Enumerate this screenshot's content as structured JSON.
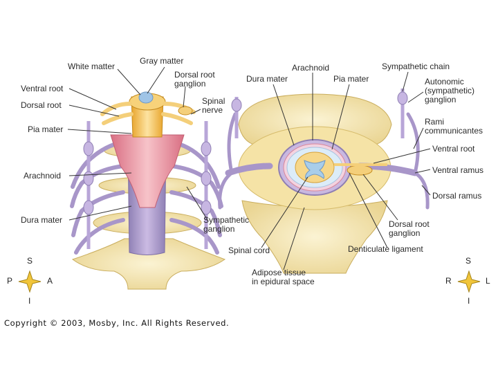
{
  "left_figure": {
    "labels": {
      "white_matter": "White matter",
      "gray_matter": "Gray matter",
      "dorsal_root_ganglion": [
        "Dorsal root",
        "ganglion"
      ],
      "ventral_root": "Ventral root",
      "dorsal_root": "Dorsal root",
      "spinal_nerve": [
        "Spinal",
        "nerve"
      ],
      "pia_mater": "Pia mater",
      "arachnoid": "Arachnoid",
      "dura_mater": "Dura mater",
      "sympathetic_ganglion": [
        "Sympathetic",
        "ganglion"
      ]
    },
    "compass": {
      "top": "S",
      "left": "P",
      "right": "A",
      "bottom": "I"
    }
  },
  "right_figure": {
    "labels": {
      "arachnoid": "Arachnoid",
      "dura_mater": "Dura mater",
      "pia_mater": "Pia mater",
      "sympathetic_chain": "Sympathetic chain",
      "autonomic_ganglion": [
        "Autonomic",
        "(sympathetic)",
        "ganglion"
      ],
      "rami_communicantes": [
        "Rami",
        "communicantes"
      ],
      "ventral_root": "Ventral root",
      "ventral_ramus": "Ventral ramus",
      "dorsal_ramus": "Dorsal ramus",
      "dorsal_root_ganglion": [
        "Dorsal root",
        "ganglion"
      ],
      "denticulate_ligament": "Denticulate ligament",
      "spinal_cord": "Spinal cord",
      "adipose_tissue": [
        "Adipose tissue",
        "in epidural space"
      ]
    },
    "compass": {
      "top": "S",
      "left": "R",
      "right": "L",
      "bottom": "I"
    }
  },
  "copyright": "Copyright © 2003, Mosby, Inc. All Rights Reserved.",
  "colors": {
    "bone": "#f6e9b8",
    "bone_dark": "#e6cf86",
    "nerve": "#c9b8dc",
    "nerve_dark": "#8f7fb3",
    "dura": "#b9a6d6",
    "pia": "#e79aa5",
    "cord": "#f2c35a",
    "csf": "#cfe3f4",
    "gray_matter": "#9fc4e6"
  }
}
